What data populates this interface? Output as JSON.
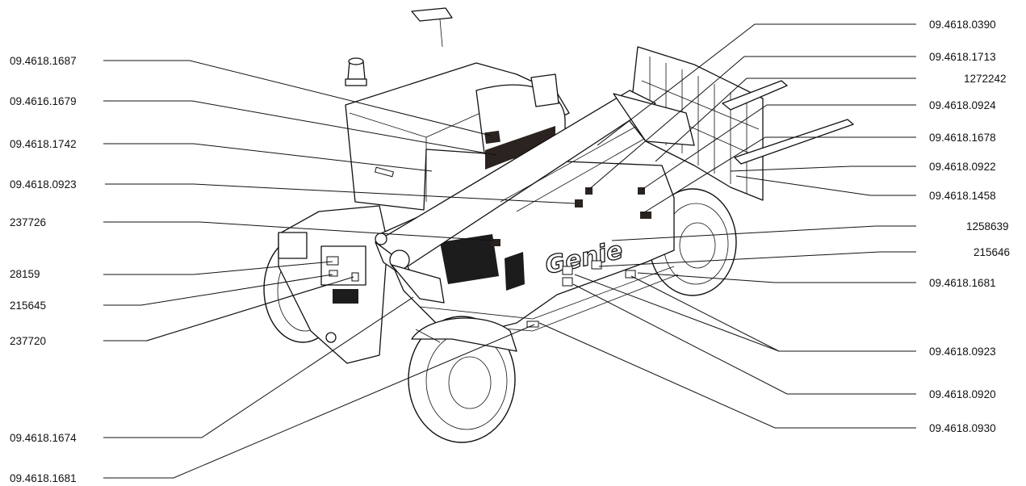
{
  "brand": "Genie",
  "labels_left": [
    "09.4618.1687",
    "09.4616.1679",
    "09.4618.1742",
    "09.4618.0923",
    "237726",
    "28159",
    "215645",
    "237720",
    "09.4618.1674",
    "09.4618.1681"
  ],
  "labels_right": [
    "09.4618.0390",
    "09.4618.1713",
    "1272242",
    "09.4618.0924",
    "09.4618.1678",
    "09.4618.0922",
    "09.4618.1458",
    "1258639",
    "215646",
    "09.4618.1681",
    "09.4618.0923",
    "09.4618.0920",
    "09.4618.0930"
  ]
}
